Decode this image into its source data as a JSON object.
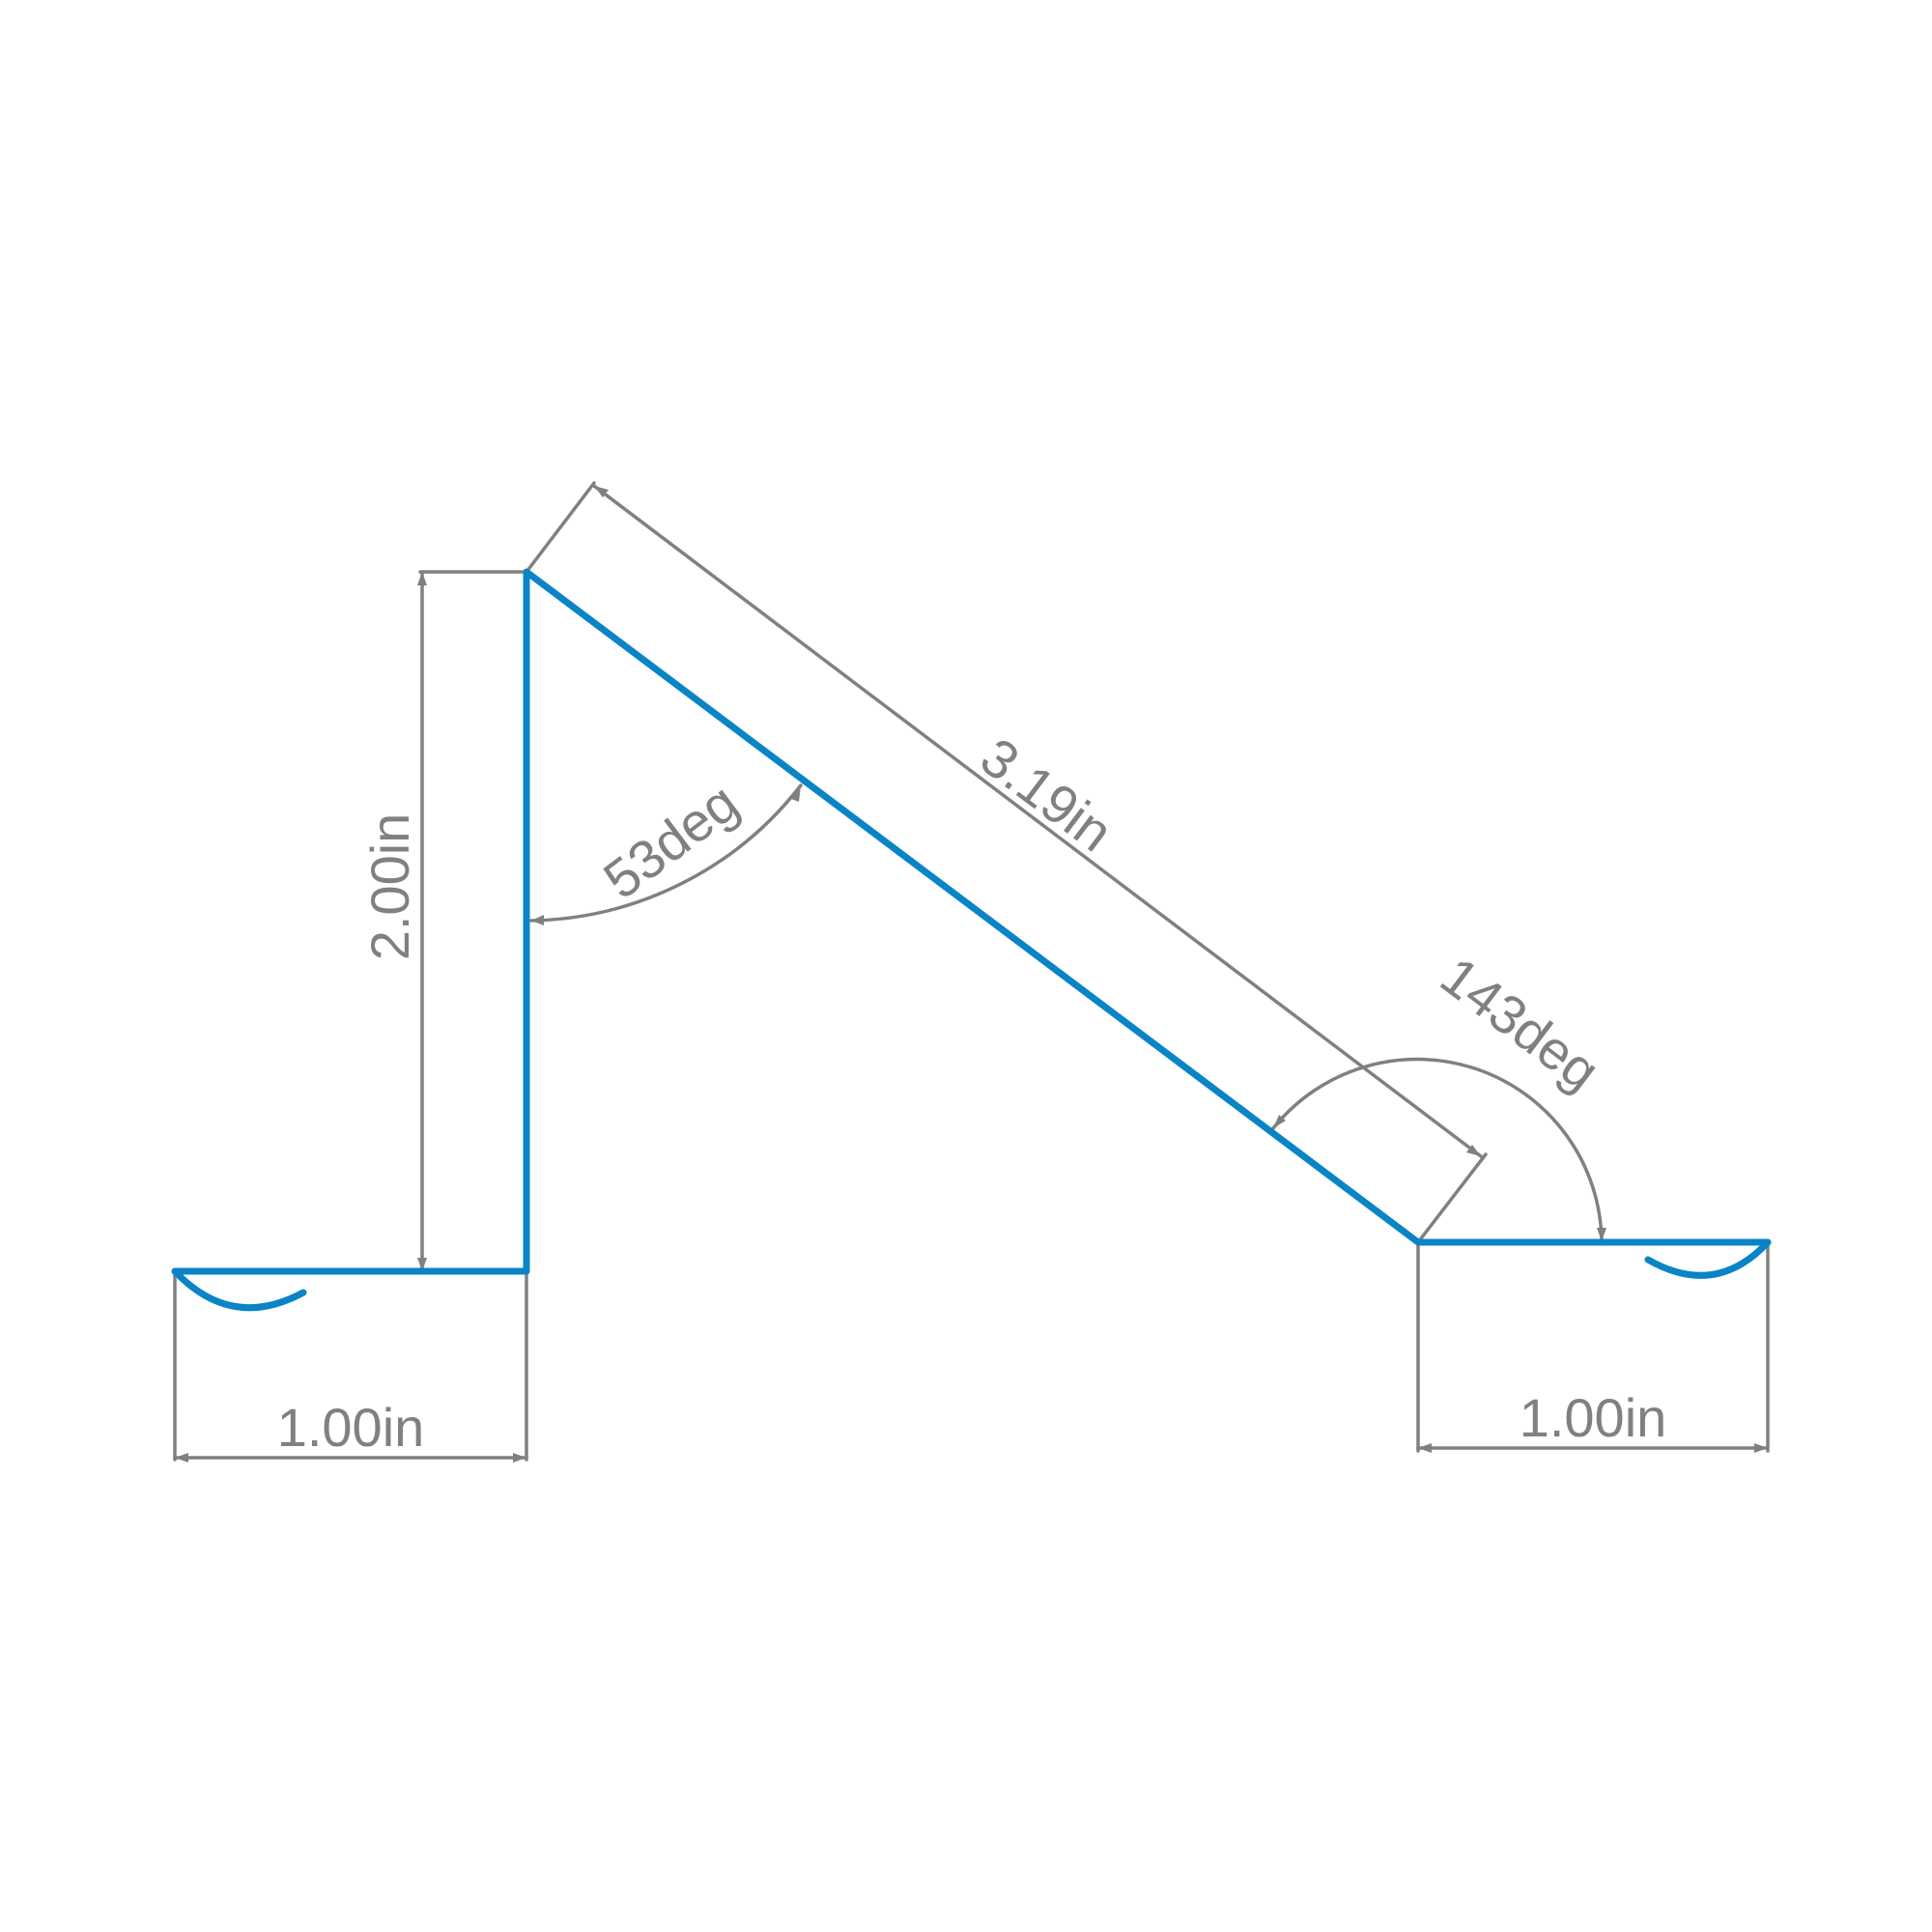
{
  "colors": {
    "profile": "#0a84c6",
    "dimension": "#808080",
    "background": "#ffffff"
  },
  "dimensions": {
    "left_flange_width": "1.00in",
    "vertical_height": "2.00in",
    "angle_top": "53deg",
    "diagonal_length": "3.19in",
    "angle_bottom_right": "143deg",
    "right_flange_width": "1.00in"
  }
}
